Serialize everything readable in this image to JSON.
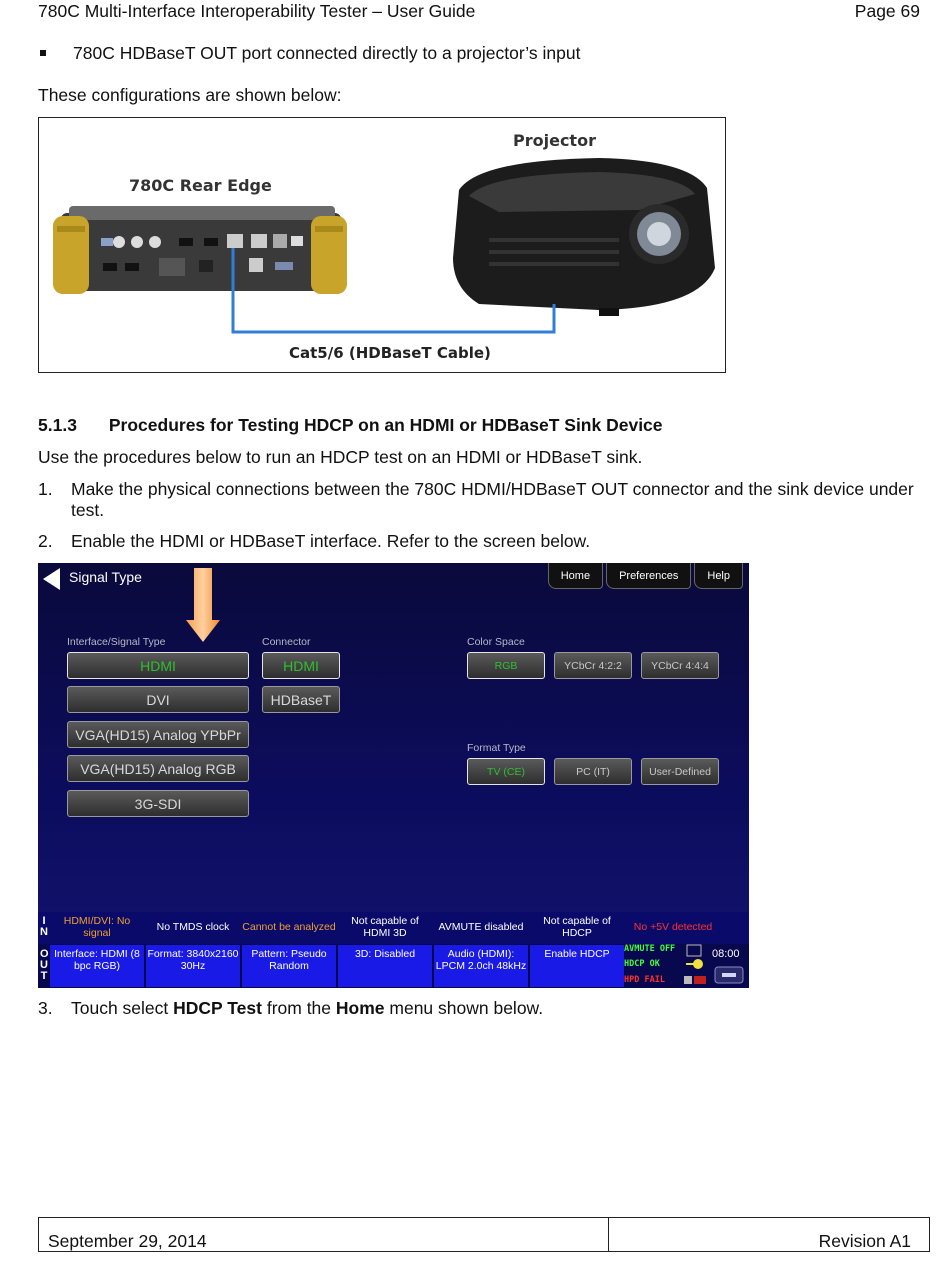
{
  "header": {
    "title": "780C Multi-Interface Interoperability Tester – User Guide",
    "page": "Page 69"
  },
  "bullet": "780C HDBaseT OUT port connected directly to a projector’s input",
  "intro": "These configurations are shown below:",
  "figure1": {
    "device_label": "780C Rear Edge",
    "projector_label": "Projector",
    "cable_label": "Cat5/6 (HDBaseT Cable)"
  },
  "section": {
    "number": "5.1.3",
    "title": "Procedures for Testing HDCP on an HDMI or HDBaseT Sink Device",
    "intro": "Use the procedures below to run an HDCP test on an HDMI or HDBaseT sink."
  },
  "steps": [
    {
      "n": "1.",
      "text": "Make the physical connections between the 780C HDMI/HDBaseT OUT connector and the sink device under test."
    },
    {
      "n": "2.",
      "text": "Enable the HDMI or HDBaseT interface. Refer to the screen below."
    },
    {
      "n": "3.",
      "pre": "Touch select ",
      "b1": "HDCP Test",
      "mid": " from the ",
      "b2": "Home",
      "post": " menu shown below."
    }
  ],
  "screen": {
    "title": "Signal Type",
    "tabs": [
      "Home",
      "Preferences",
      "Help"
    ],
    "interface_label": "Interface/Signal Type",
    "interfaces": [
      "HDMI",
      "DVI",
      "VGA(HD15) Analog YPbPr",
      "VGA(HD15) Analog RGB",
      "3G-SDI"
    ],
    "connector_label": "Connector",
    "connectors": [
      "HDMI",
      "HDBaseT"
    ],
    "colorspace_label": "Color Space",
    "colorspaces": [
      "RGB",
      "YCbCr 4:2:2",
      "YCbCr 4:4:4"
    ],
    "format_label": "Format Type",
    "formats": [
      "TV (CE)",
      "PC (IT)",
      "User-Defined"
    ],
    "in_label": [
      "I",
      "N"
    ],
    "out_label": [
      "O",
      "U",
      "T"
    ],
    "in_status": [
      "HDMI/DVI: No signal",
      "No TMDS clock",
      "Cannot be analyzed",
      "Not capable of HDMI 3D",
      "AVMUTE disabled",
      "Not capable of HDCP",
      "No +5V detected"
    ],
    "out_status": [
      "Interface: HDMI (8 bpc RGB)",
      "Format: 3840x2160 30Hz",
      "Pattern: Pseudo Random",
      "3D: Disabled",
      "Audio (HDMI): LPCM 2.0ch 48kHz",
      "Enable HDCP"
    ],
    "indicators": [
      "AVMUTE OFF",
      "HDCP OK",
      "HPD FAIL"
    ],
    "time": "08:00",
    "colors": {
      "selected_text": "#2fbf2f",
      "warn_orange": "#f0a030",
      "error_red": "#ff3030",
      "out_bar": "#1a1ae6"
    }
  },
  "footer": {
    "date": "September 29, 2014",
    "revision": "Revision A1"
  }
}
